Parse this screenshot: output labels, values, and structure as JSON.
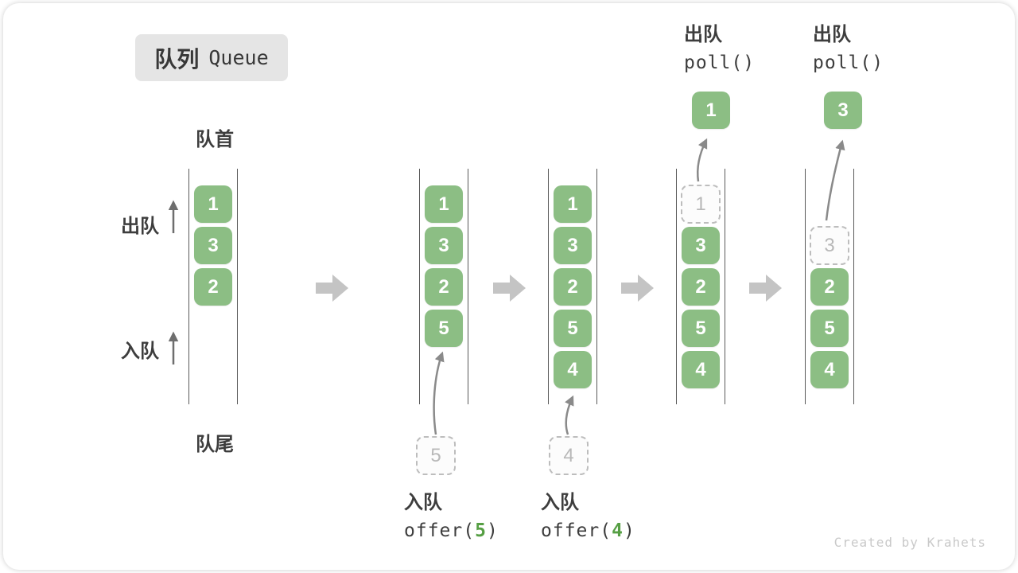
{
  "title": {
    "zh": "队列",
    "en": "Queue"
  },
  "labels": {
    "front": "队首",
    "rear": "队尾",
    "dequeue": "出队",
    "enqueue": "入队"
  },
  "ops": {
    "offer1": {
      "zh": "入队",
      "pre": "offer(",
      "arg": "5",
      "post": ")"
    },
    "offer2": {
      "zh": "入队",
      "pre": "offer(",
      "arg": "4",
      "post": ")"
    },
    "poll1": {
      "zh": "出队",
      "code": "poll()"
    },
    "poll2": {
      "zh": "出队",
      "code": "poll()"
    }
  },
  "queues": {
    "q1": {
      "boxes": [
        "1",
        "3",
        "2"
      ]
    },
    "q2": {
      "boxes": [
        "1",
        "3",
        "2",
        "5"
      ],
      "pending": "5"
    },
    "q3": {
      "boxes": [
        "1",
        "3",
        "2",
        "5",
        "4"
      ],
      "pending": "4"
    },
    "q4": {
      "dashed": "1",
      "boxes": [
        "3",
        "2",
        "5",
        "4"
      ],
      "result": "1"
    },
    "q5": {
      "dashed": "3",
      "boxes": [
        "2",
        "5",
        "4"
      ],
      "result": "3"
    }
  },
  "footer": "Created by Krahets",
  "colors": {
    "item_green": "#8cbe84",
    "code_arg_green": "#569f44",
    "block_arrow_gray": "#c4c4c4",
    "curve_arrow_gray": "#8a8a8a",
    "dashed_gray": "#bdbdbd",
    "text_dark": "#3d3d3d"
  }
}
